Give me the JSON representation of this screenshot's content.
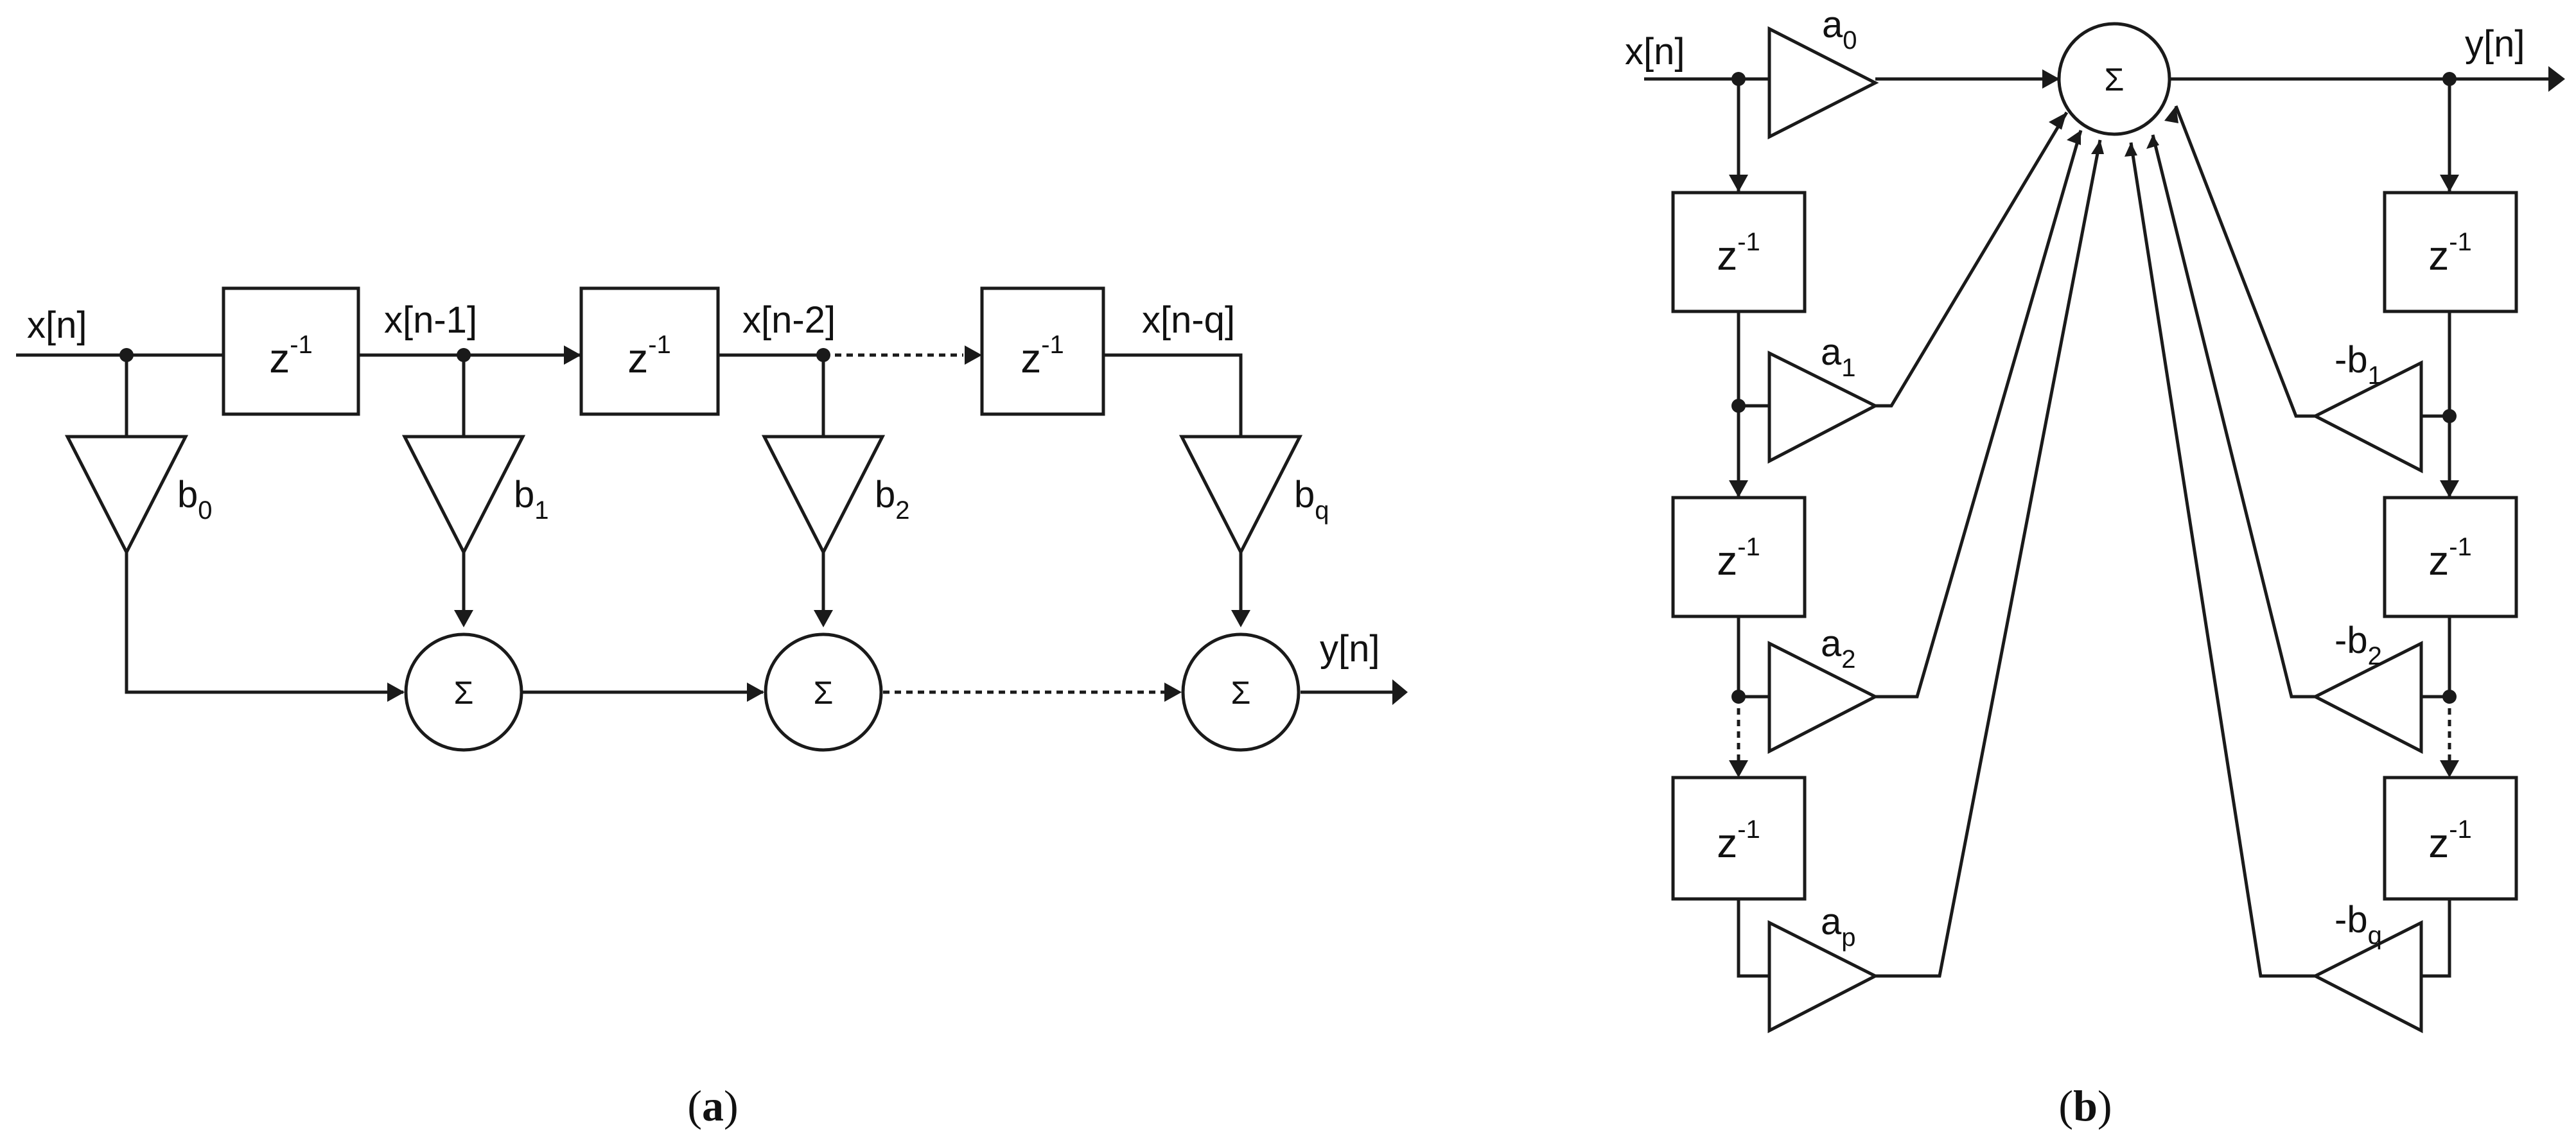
{
  "panel_a": {
    "caption_open": "(",
    "caption_letter": "a",
    "caption_close": ")",
    "input_label": "x[n]",
    "output_label": "y[n]",
    "delay_main": "z",
    "delay_exp": "-1",
    "tap_signals": [
      "x[n-1]",
      "x[n-2]",
      "x[n-q]"
    ],
    "coefficients": [
      {
        "base": "b",
        "sub": "0"
      },
      {
        "base": "b",
        "sub": "1"
      },
      {
        "base": "b",
        "sub": "2"
      },
      {
        "base": "b",
        "sub": "q"
      }
    ],
    "sum_symbol": "Σ"
  },
  "panel_b": {
    "caption_open": "(",
    "caption_letter": "b",
    "caption_close": ")",
    "input_label": "x[n]",
    "output_label": "y[n]",
    "delay_main": "z",
    "delay_exp": "-1",
    "sum_symbol": "Σ",
    "feedforward": [
      {
        "base": "a",
        "sub": "0"
      },
      {
        "base": "a",
        "sub": "1"
      },
      {
        "base": "a",
        "sub": "2"
      },
      {
        "base": "a",
        "sub": "p"
      }
    ],
    "feedback": [
      {
        "base": "-b",
        "sub": "1"
      },
      {
        "base": "-b",
        "sub": "2"
      },
      {
        "base": "-b",
        "sub": "q"
      }
    ]
  }
}
